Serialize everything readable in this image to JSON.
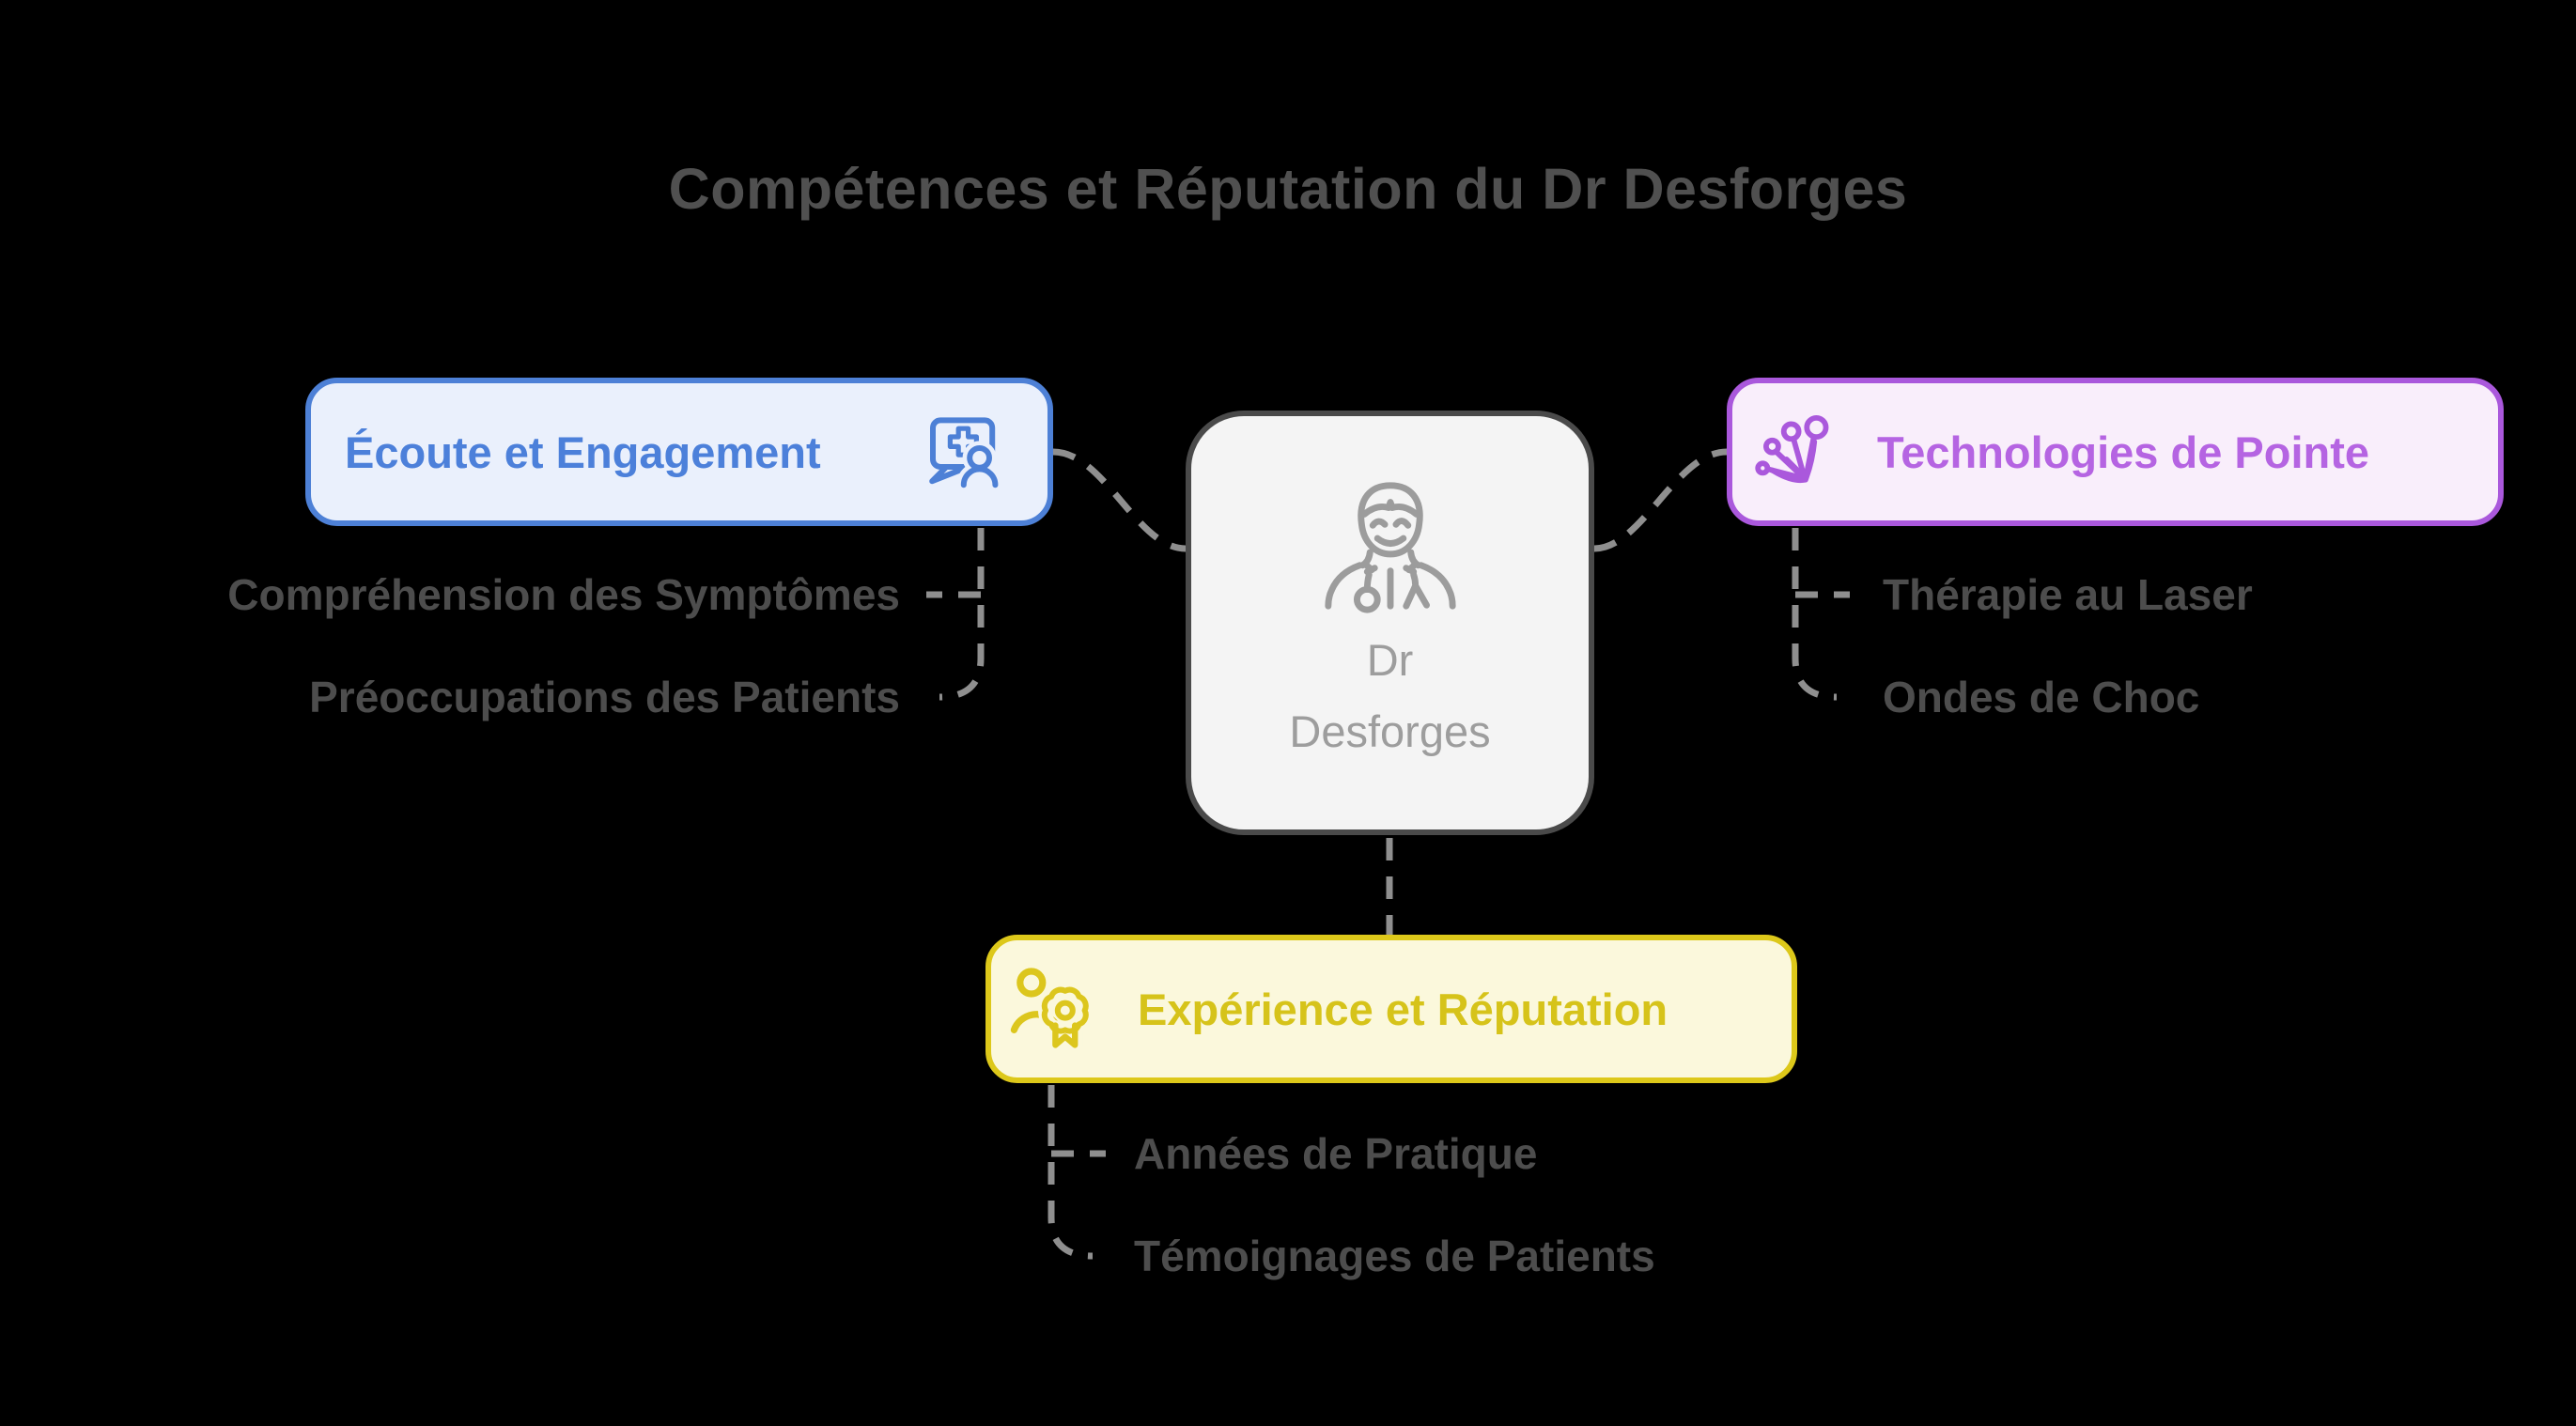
{
  "title": "Compétences et Réputation du Dr Desforges",
  "background_color": "#000000",
  "connector_color": "#8f8f8f",
  "title_color": "#505050",
  "child_text_color": "#4d4d4d",
  "center": {
    "line1": "Dr",
    "line2": "Desforges",
    "icon": "doctor-icon",
    "border_color": "#4a4a4a",
    "bg_color": "#f4f4f4",
    "text_color": "#9d9d9d"
  },
  "branches": [
    {
      "id": "ecoute",
      "label": "Écoute et Engagement",
      "icon": "medical-chat-person-icon",
      "border_color": "#4d80d6",
      "bg_color": "#eaf0fc",
      "text_color": "#4c80da",
      "children": [
        "Compréhension des Symptômes",
        "Préoccupations des Patients"
      ]
    },
    {
      "id": "tech",
      "label": "Technologies de Pointe",
      "icon": "laser-fiber-icon",
      "border_color": "#aa58dc",
      "bg_color": "#f9eefb",
      "text_color": "#b564e2",
      "children": [
        "Thérapie au Laser",
        "Ondes de Choc"
      ]
    },
    {
      "id": "exp",
      "label": "Expérience et Réputation",
      "icon": "person-award-icon",
      "border_color": "#ddc81a",
      "bg_color": "#fbf8dc",
      "text_color": "#d6c31a",
      "children": [
        "Années de Pratique",
        "Témoignages de Patients"
      ]
    }
  ]
}
